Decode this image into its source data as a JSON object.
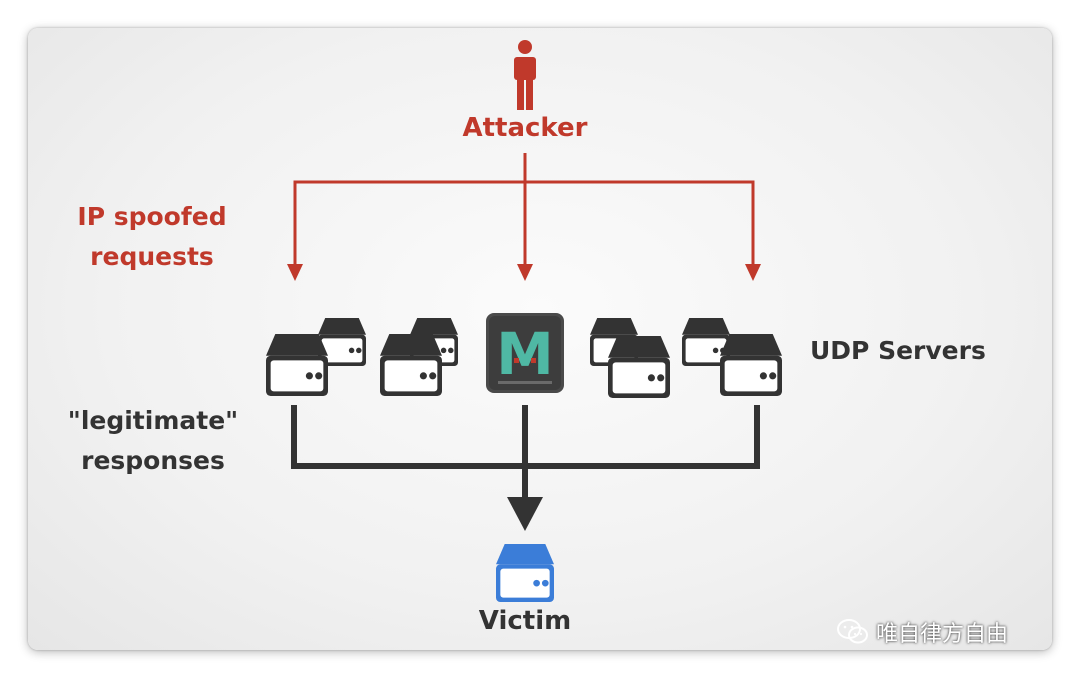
{
  "diagram": {
    "attacker_label": "Attacker",
    "spoofed_label_line1": "IP spoofed",
    "spoofed_label_line2": "requests",
    "servers_label": "UDP Servers",
    "responses_label_line1": "\"legitimate\"",
    "responses_label_line2": "responses",
    "victim_label": "Victim",
    "logo_letter": "M"
  },
  "watermark": {
    "text": "唯自律方自由",
    "icon": "wechat-icon"
  },
  "colors": {
    "attack_red": "#c0392b",
    "server_dark": "#333333",
    "victim_blue": "#3b7dd8",
    "logo_teal": "#4fb8a4",
    "logo_red": "#c0392b"
  }
}
